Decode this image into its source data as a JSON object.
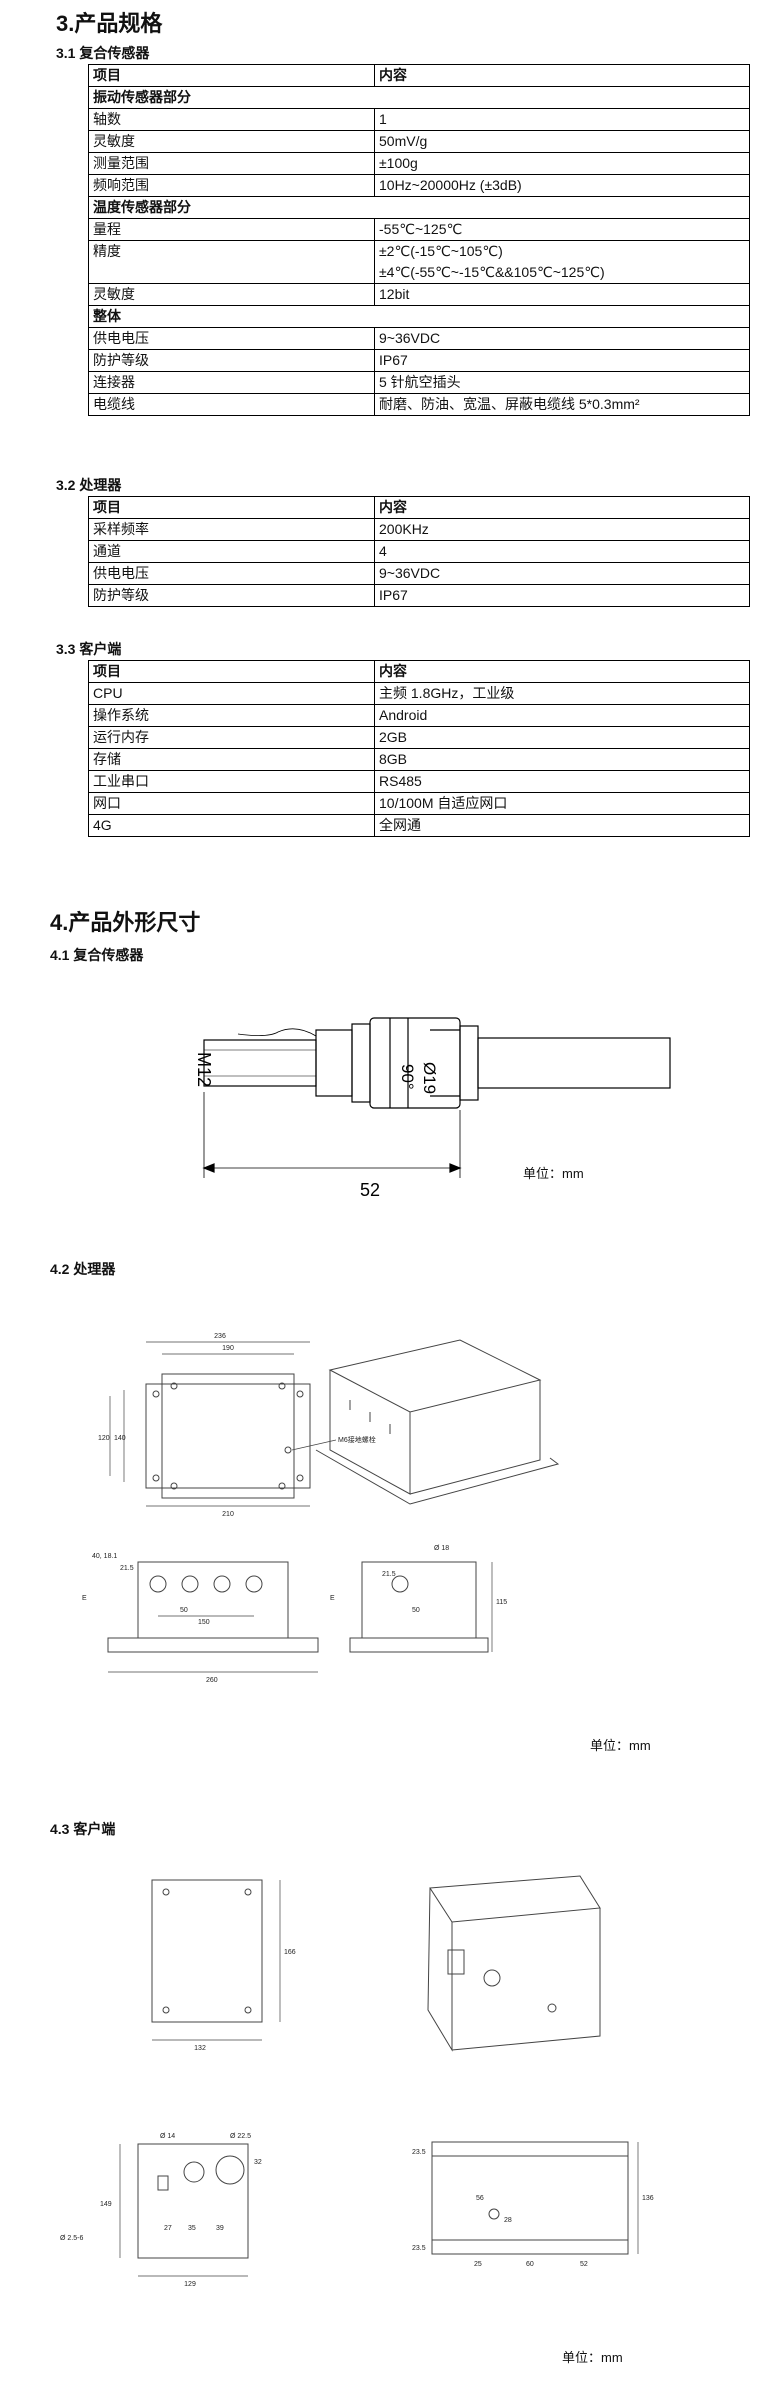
{
  "sec3": {
    "title": "3.产品规格",
    "s31": "3.1  复合传感器",
    "s32": "3.2  处理器",
    "s33": "3.3  客户端"
  },
  "table_head": {
    "col1": "项目",
    "col2": "内容"
  },
  "sensor": {
    "g_vibration": "振动传感器部分",
    "axis": [
      "轴数",
      "1"
    ],
    "sensitivity": [
      "灵敏度",
      "50mV/g"
    ],
    "range": [
      "测量范围",
      "±100g"
    ],
    "freq": [
      "频响范围",
      "10Hz~20000Hz (±3dB)"
    ],
    "g_temperature": "温度传感器部分",
    "t_range": [
      "量程",
      "-55℃~125℃"
    ],
    "precision_label": "精度",
    "precision_1": "±2℃(-15℃~105℃)",
    "precision_2": "±4℃(-55℃~-15℃&&105℃~125℃)",
    "t_sensitivity": [
      "灵敏度",
      "12bit"
    ],
    "g_overall": "整体",
    "supply": [
      "供电电压",
      "9~36VDC"
    ],
    "ip": [
      "防护等级",
      "IP67"
    ],
    "connector": [
      "连接器",
      "5 针航空插头"
    ],
    "cable_label": "电缆线",
    "cable_value": "耐磨、防油、宽温、屏蔽电缆线 5*0.3mm²"
  },
  "processor": {
    "rows": [
      [
        "采样频率",
        "200KHz"
      ],
      [
        "通道",
        "4"
      ],
      [
        "供电电压",
        "9~36VDC"
      ],
      [
        "防护等级",
        "IP67"
      ]
    ]
  },
  "client": {
    "rows": [
      [
        "CPU",
        "主频 1.8GHz，工业级"
      ],
      [
        "操作系统",
        "Android"
      ],
      [
        "运行内存",
        "2GB"
      ],
      [
        "存储",
        "8GB"
      ],
      [
        "工业串口",
        "RS485"
      ],
      [
        "网口",
        "10/100M 自适应网口"
      ],
      [
        "4G",
        "全网通"
      ]
    ]
  },
  "sec4": {
    "title": "4.产品外形尺寸",
    "s41": "4.1  复合传感器",
    "s42": "4.2  处理器",
    "s43": "4.3  客户端"
  },
  "drawing1": {
    "m12": "M12",
    "deg": "90°",
    "dia": "Ø19",
    "len": "52"
  },
  "drawing2": {
    "w236": "236",
    "w190": "190",
    "w210": "210",
    "h120": "120",
    "h140": "140",
    "m6": "M6接地螺栓",
    "d40": "40, 18.1",
    "d21": "21.5",
    "d50": "50",
    "d150": "150",
    "d260": "260",
    "e": "E",
    "d18": "Ø 18",
    "d215": "21.5",
    "d50b": "50",
    "d115": "115"
  },
  "drawing3": {
    "w132": "132",
    "h166": "166",
    "d14": "Ø 14",
    "d225": "Ø 22.5",
    "d32": "32",
    "d149": "149",
    "d256": "Ø 2.5-6",
    "d27": "27",
    "d35": "35",
    "d39": "39",
    "d129": "129",
    "d235a": "23.5",
    "d235b": "23.5",
    "d56": "56",
    "d28": "28",
    "d136": "136",
    "d25": "25",
    "d60": "60",
    "d52": "52"
  },
  "unit_label": "单位：mm"
}
